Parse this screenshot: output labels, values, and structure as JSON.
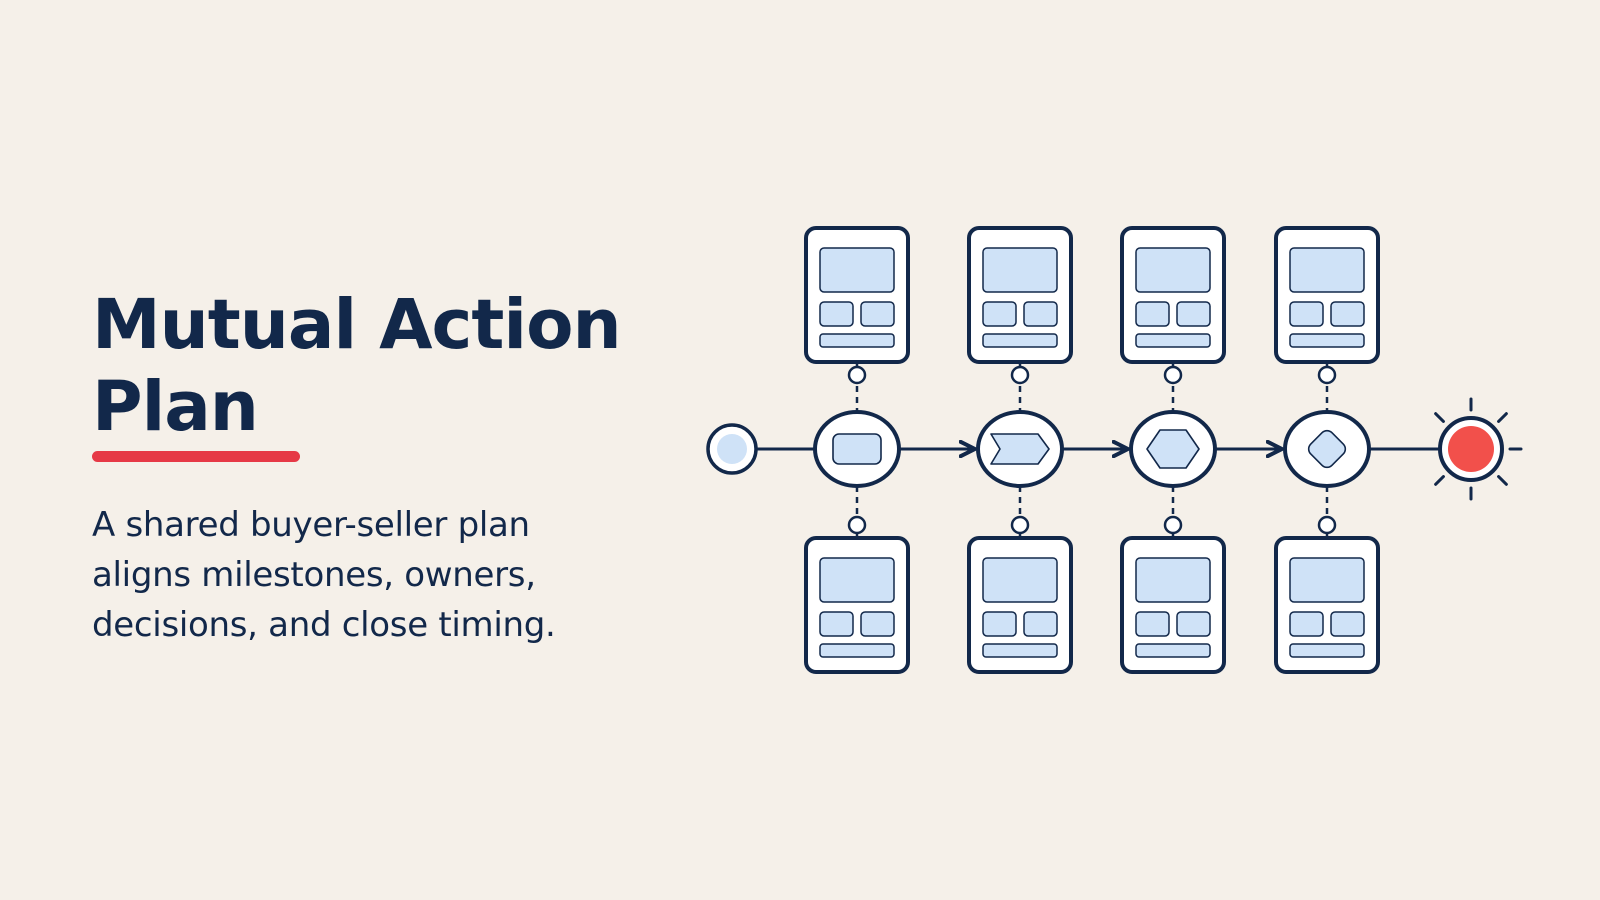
{
  "slide": {
    "title": "Mutual Action Plan",
    "subtitle": "A shared buyer-seller plan aligns milestones, owners, decisions, and close timing."
  },
  "diagram": {
    "stages": [
      {
        "shape": "rounded-rect"
      },
      {
        "shape": "chevron"
      },
      {
        "shape": "hexagon"
      },
      {
        "shape": "diamond"
      }
    ],
    "start_marker": "start-node",
    "end_marker": "finish-burst"
  },
  "colors": {
    "background": "#f5f0e9",
    "ink": "#12284a",
    "fill": "#cfe2f7",
    "accent": "#e63946",
    "end": "#f2504b"
  }
}
